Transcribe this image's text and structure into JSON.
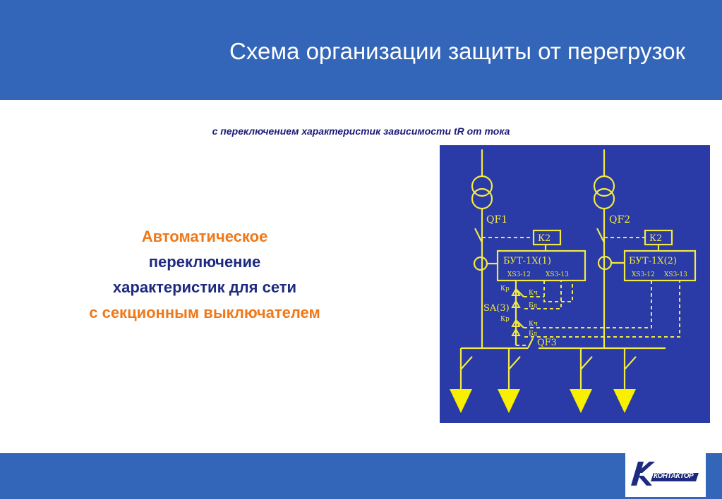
{
  "header": {
    "title": "Схема организации защиты от перегрузок"
  },
  "subtitle": "с переключением характеристик зависимости tR от тока",
  "lead": {
    "line1": "Автоматическое",
    "line2": "переключение",
    "line3": "характеристик для сети",
    "line4": "с секционным выключателем"
  },
  "diagram": {
    "qf1": "QF1",
    "qf2": "QF2",
    "qf3": "QF3",
    "k2_left": "К2",
    "k2_right": "К2",
    "but_left": "БУТ-1Х(1)",
    "but_right": "БУТ-1Х(2)",
    "xs_left_a": "XS3-12",
    "xs_left_b": "XS3-13",
    "xs_right_a": "XS3-12",
    "xs_right_b": "XS3-13",
    "sa": "SA(3)",
    "kr1": "Кр",
    "kch1": "Кч",
    "bd1": "Бд",
    "kr2": "Кр",
    "kch2": "Кч",
    "bd2": "Бд",
    "colors": {
      "line": "#f2ea40",
      "background": "#2a3aa6"
    }
  },
  "footer": {
    "logo_text": "КОНТАКТОР"
  }
}
